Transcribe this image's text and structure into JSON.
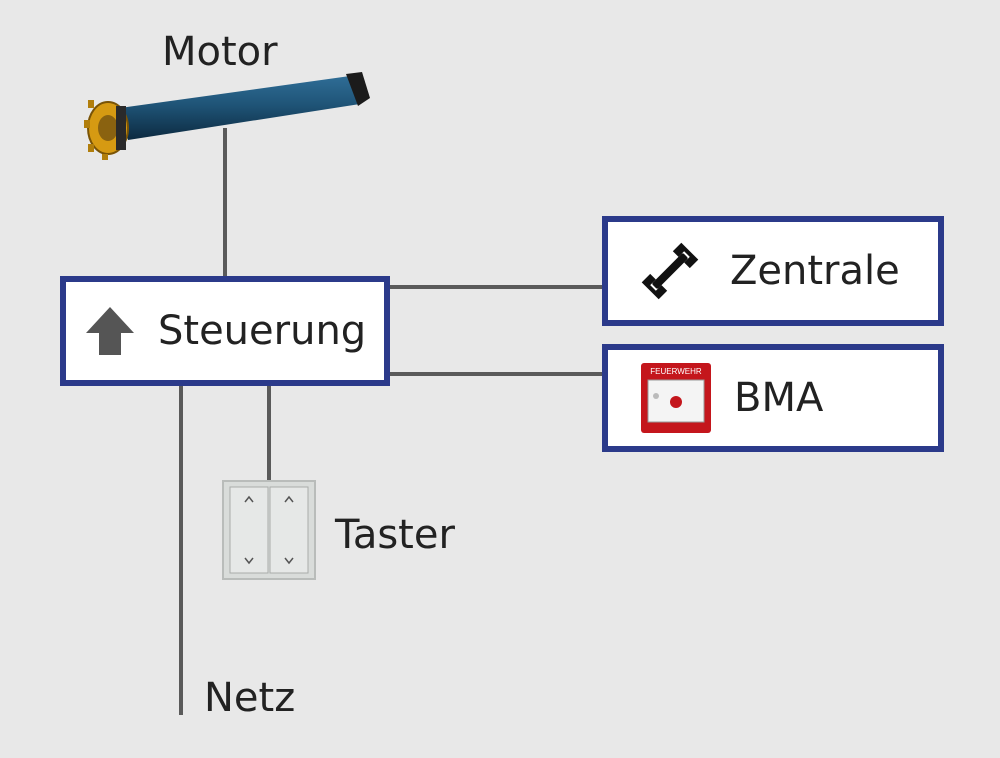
{
  "diagram": {
    "motor": {
      "label": "Motor",
      "icon": "tubular-motor-icon"
    },
    "steuerung": {
      "label": "Steuerung",
      "icon": "up-arrow-icon"
    },
    "zentrale": {
      "label": "Zentrale",
      "icon": "wrench-icon"
    },
    "bma": {
      "label": "BMA",
      "icon": "fire-alarm-call-point-icon",
      "icon_text": "FEUERWEHR"
    },
    "taster": {
      "label": "Taster",
      "icon": "double-rocker-switch-icon"
    },
    "netz": {
      "label": "Netz"
    }
  },
  "colors": {
    "background": "#e8e8e8",
    "box_border": "#2b3a8a",
    "box_fill": "#ffffff",
    "wire": "#5a5a5a",
    "motor_tube": "#1f5477",
    "motor_cap": "#d69a12",
    "alarm_red": "#c4161c"
  }
}
